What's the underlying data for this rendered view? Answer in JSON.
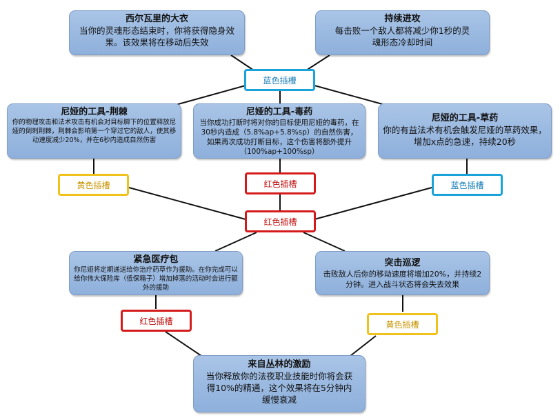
{
  "nodes": {
    "silvari_cloak": {
      "title": "西尔瓦里的大衣",
      "desc": "当你的灵魂形态结束时，你将获得隐身效果。该效果将在移动后失效"
    },
    "relentless_assault": {
      "title": "持续进攻",
      "desc": "每击败一个敌人都将减少你1秒的灵魂形态冷却时间"
    },
    "niya_thorns": {
      "title": "尼娅的工具-荆棘",
      "desc": "你的物理攻击和法术攻击有机会对目标脚下的位置释放尼娅的倒刺荆棘，荆棘会影响第一个穿过它的敌人，使其移动速度减少20%，并在6秒内造成自然伤害"
    },
    "niya_poison": {
      "title": "尼娅的工具-毒药",
      "desc": "当你成功打断时将对你的目标使用尼娅的毒药，在30秒内造成（5.8%ap+5.8%sp）的自然伤害，如果再次成功打断目标，这个伤害将额外提升（100%ap+100%sp）"
    },
    "niya_herbs": {
      "title": "尼娅的工具-草药",
      "desc": "你的有益法术有机会触发尼娅的草药效果，增加x点的急速，持续20秒"
    },
    "first_aid": {
      "title": "紧急医疗包",
      "desc": "你尼娅将定期递送给你治疗药草作为援助。在你完成可以给你伟大保险库（低保箱子）增加掉落的活动时会进行额外的援助"
    },
    "assault_patrol": {
      "title": "突击巡逻",
      "desc": "击败敌人后你的移动速度将增加20%，并持续2分钟。进入战斗状态将会失去效果"
    },
    "grove_inspiration": {
      "title": "来自丛林的激励",
      "desc": "当你释放你的法夜职业技能时你将会获得10%的精通，这个效果将在5分钟内缓慢衰减"
    }
  },
  "slots": {
    "blue_top": "蓝色插槽",
    "yellow_left": "黄色插槽",
    "red_mid": "红色插槽",
    "blue_right": "蓝色插槽",
    "red_center": "红色插槽",
    "red_bottom_left": "红色插槽",
    "yellow_bottom_right": "黄色插槽"
  },
  "colors": {
    "blue": "#1aa3d8",
    "red": "#d41a1a",
    "yellow": "#f2c21c",
    "box": "#9ab9e1"
  }
}
